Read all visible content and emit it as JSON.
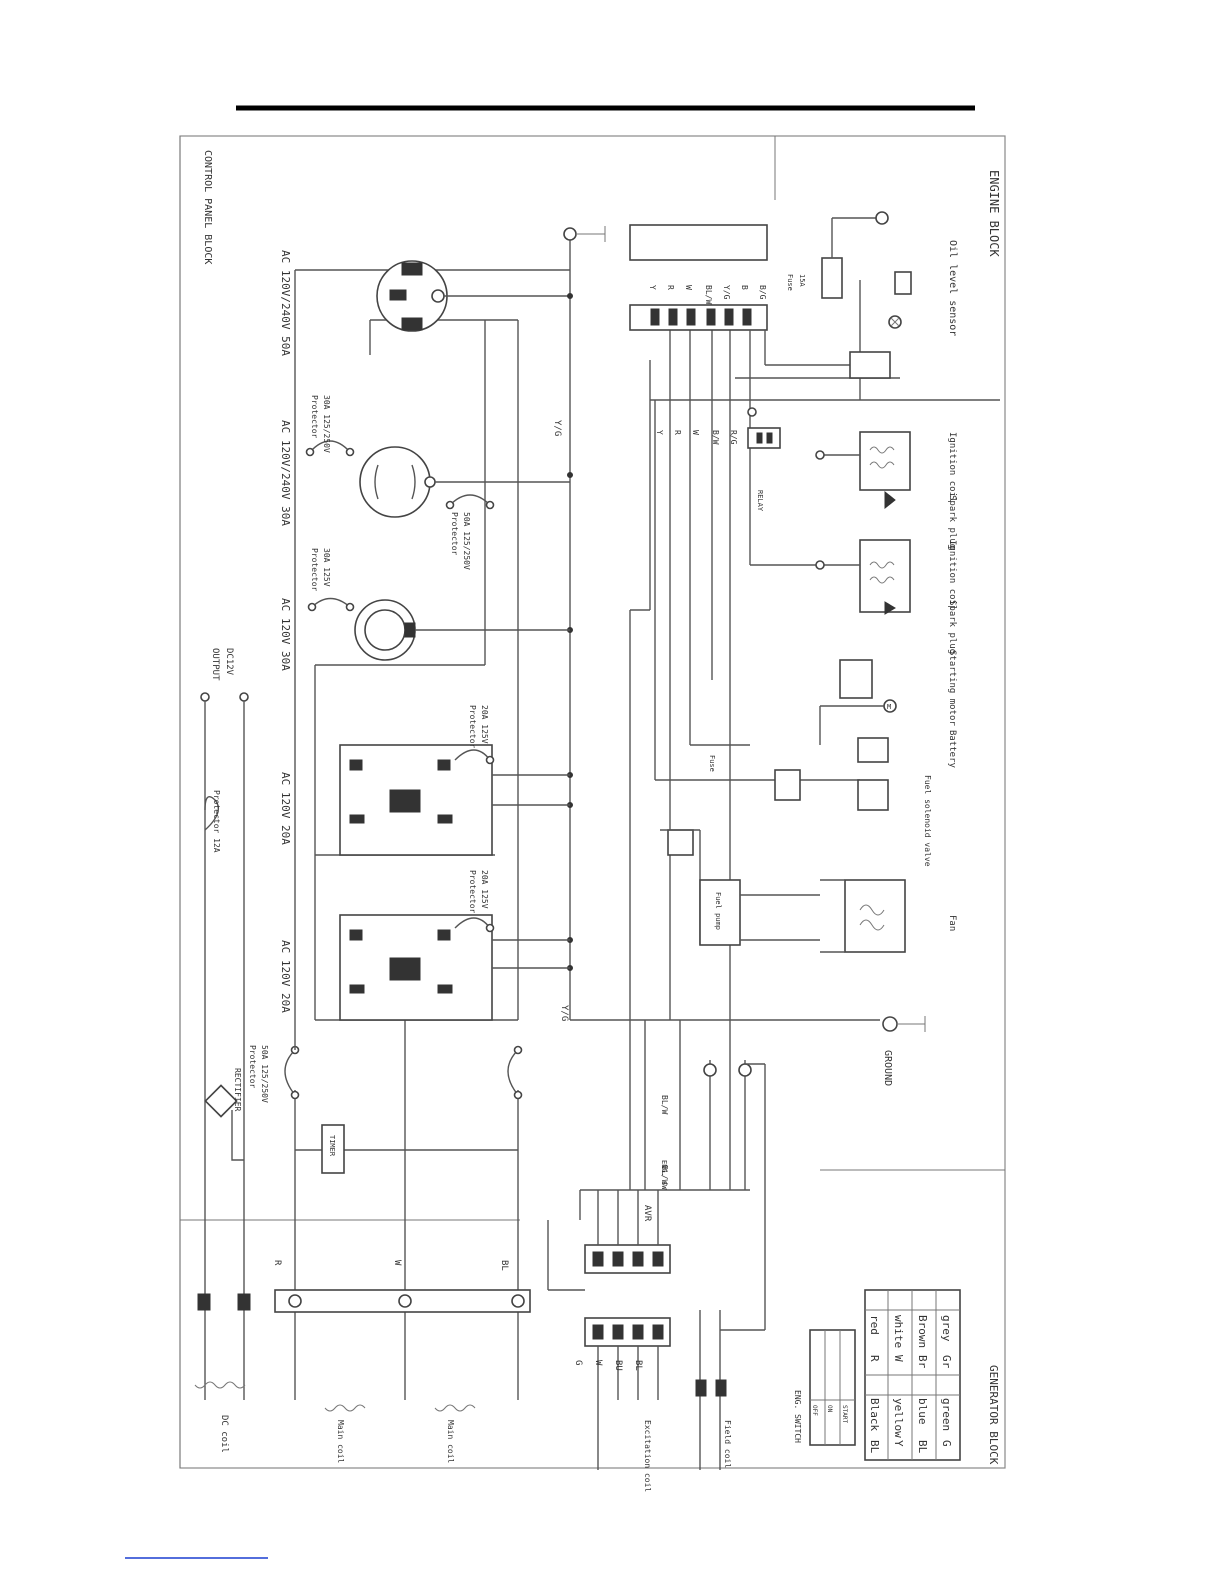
{
  "blocks": {
    "control_panel": "CONTROL PANEL BLOCK",
    "engine": "ENGINE BLOCK",
    "generator": "GENERATOR BLOCK"
  },
  "outlets": {
    "ac_50a": "AC 120V/240V 50A",
    "ac_30a_twist": "AC 120V/240V 30A",
    "ac_30a": "AC 120V 30A",
    "ac_20a_1": "AC 120V 20A",
    "ac_20a_2": "AC 120V 20A",
    "dc_output": "OUTPUT",
    "dc_output_v": "DC12V"
  },
  "protectors": {
    "p_50a": "Protector",
    "p_50a_rating": "50A 125/250V",
    "p_30a_twist": "Protector",
    "p_30a_twist_rating": "30A 125/250V",
    "p_30a": "Protector",
    "p_30a_rating": "30A 125V",
    "p_20a_1": "Protector",
    "p_20a_1_rating": "20A 125V",
    "p_20a_2": "Protector",
    "p_20a_2_rating": "20A 125V",
    "p_main": "Protector",
    "p_main_rating": "50A 125/250V",
    "p_dc": "Protector 12A"
  },
  "components": {
    "rectifier": "RECTIFIER",
    "hour_meter": "TIMER",
    "avr": "AVR",
    "dc_coil": "DC coil",
    "main_coil_1": "Main coil",
    "main_coil_2": "Main coil",
    "excitation_coil": "Excitation coil",
    "field_coil": "Field coil",
    "ground": "GROUND",
    "fuel_solenoid": "Fuel solenoid valve",
    "battery": "Battery",
    "starting_motor": "Starting motor",
    "spark_plug_1": "Spark plug",
    "ignition_coil_1": "Ignition coil",
    "spark_plug_2": "Spark plug",
    "ignition_coil_2": "Ignition coil",
    "oil_sensor": "Oil level sensor",
    "fuse": "Fuse",
    "fuse_rating": "15A",
    "fuel_pump": "Fuel pump",
    "eng_switch": "ENG. SW",
    "fan": "Fan",
    "relay": "RELAY"
  },
  "wire_codes": {
    "yg": "Y/G",
    "y": "Y",
    "r": "R",
    "w": "W",
    "bl": "BL",
    "b": "B",
    "g": "G",
    "blw": "BL/W",
    "br": "BR",
    "blue_w": "BL/W",
    "yg2": "Y/G",
    "rg": "R/G",
    "bw": "B/W"
  },
  "terminal_labels": [
    "Y",
    "R",
    "W",
    "BL/W",
    "Y/G",
    "B",
    "B/G"
  ],
  "connector_pins": [
    "G",
    "W",
    "BU",
    "BL"
  ],
  "eng_switch": {
    "title": "ENG. SWITCH",
    "rows": [
      "OFF",
      "ON",
      "START"
    ]
  },
  "color_legend": [
    {
      "code": "BL",
      "name": "Black"
    },
    {
      "code": "R",
      "name": "red"
    },
    {
      "code": "Y",
      "name": "yellow"
    },
    {
      "code": "W",
      "name": "white"
    },
    {
      "code": "BL",
      "name": "blue"
    },
    {
      "code": "Br",
      "name": "Brown"
    },
    {
      "code": "G",
      "name": "green"
    },
    {
      "code": "Gr",
      "name": "grey"
    }
  ]
}
